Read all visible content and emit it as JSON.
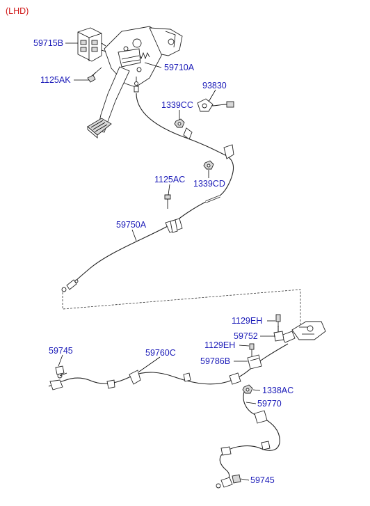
{
  "caption": "(LHD)",
  "labels": {
    "l59715B": "59715B",
    "l59710A": "59710A",
    "l1125AK": "1125AK",
    "l93830": "93830",
    "l1339CC": "1339CC",
    "l1125AC": "1125AC",
    "l1339CD": "1339CD",
    "l59750A": "59750A",
    "l1129EH_a": "1129EH",
    "l59752": "59752",
    "l59745_a": "59745",
    "l59760C": "59760C",
    "l1129EH_b": "1129EH",
    "l59786B": "59786B",
    "l1338AC": "1338AC",
    "l59770": "59770",
    "l59745_b": "59745"
  },
  "colors": {
    "label": "#1a1ab8",
    "caption": "#d01818",
    "line": "#000000"
  }
}
